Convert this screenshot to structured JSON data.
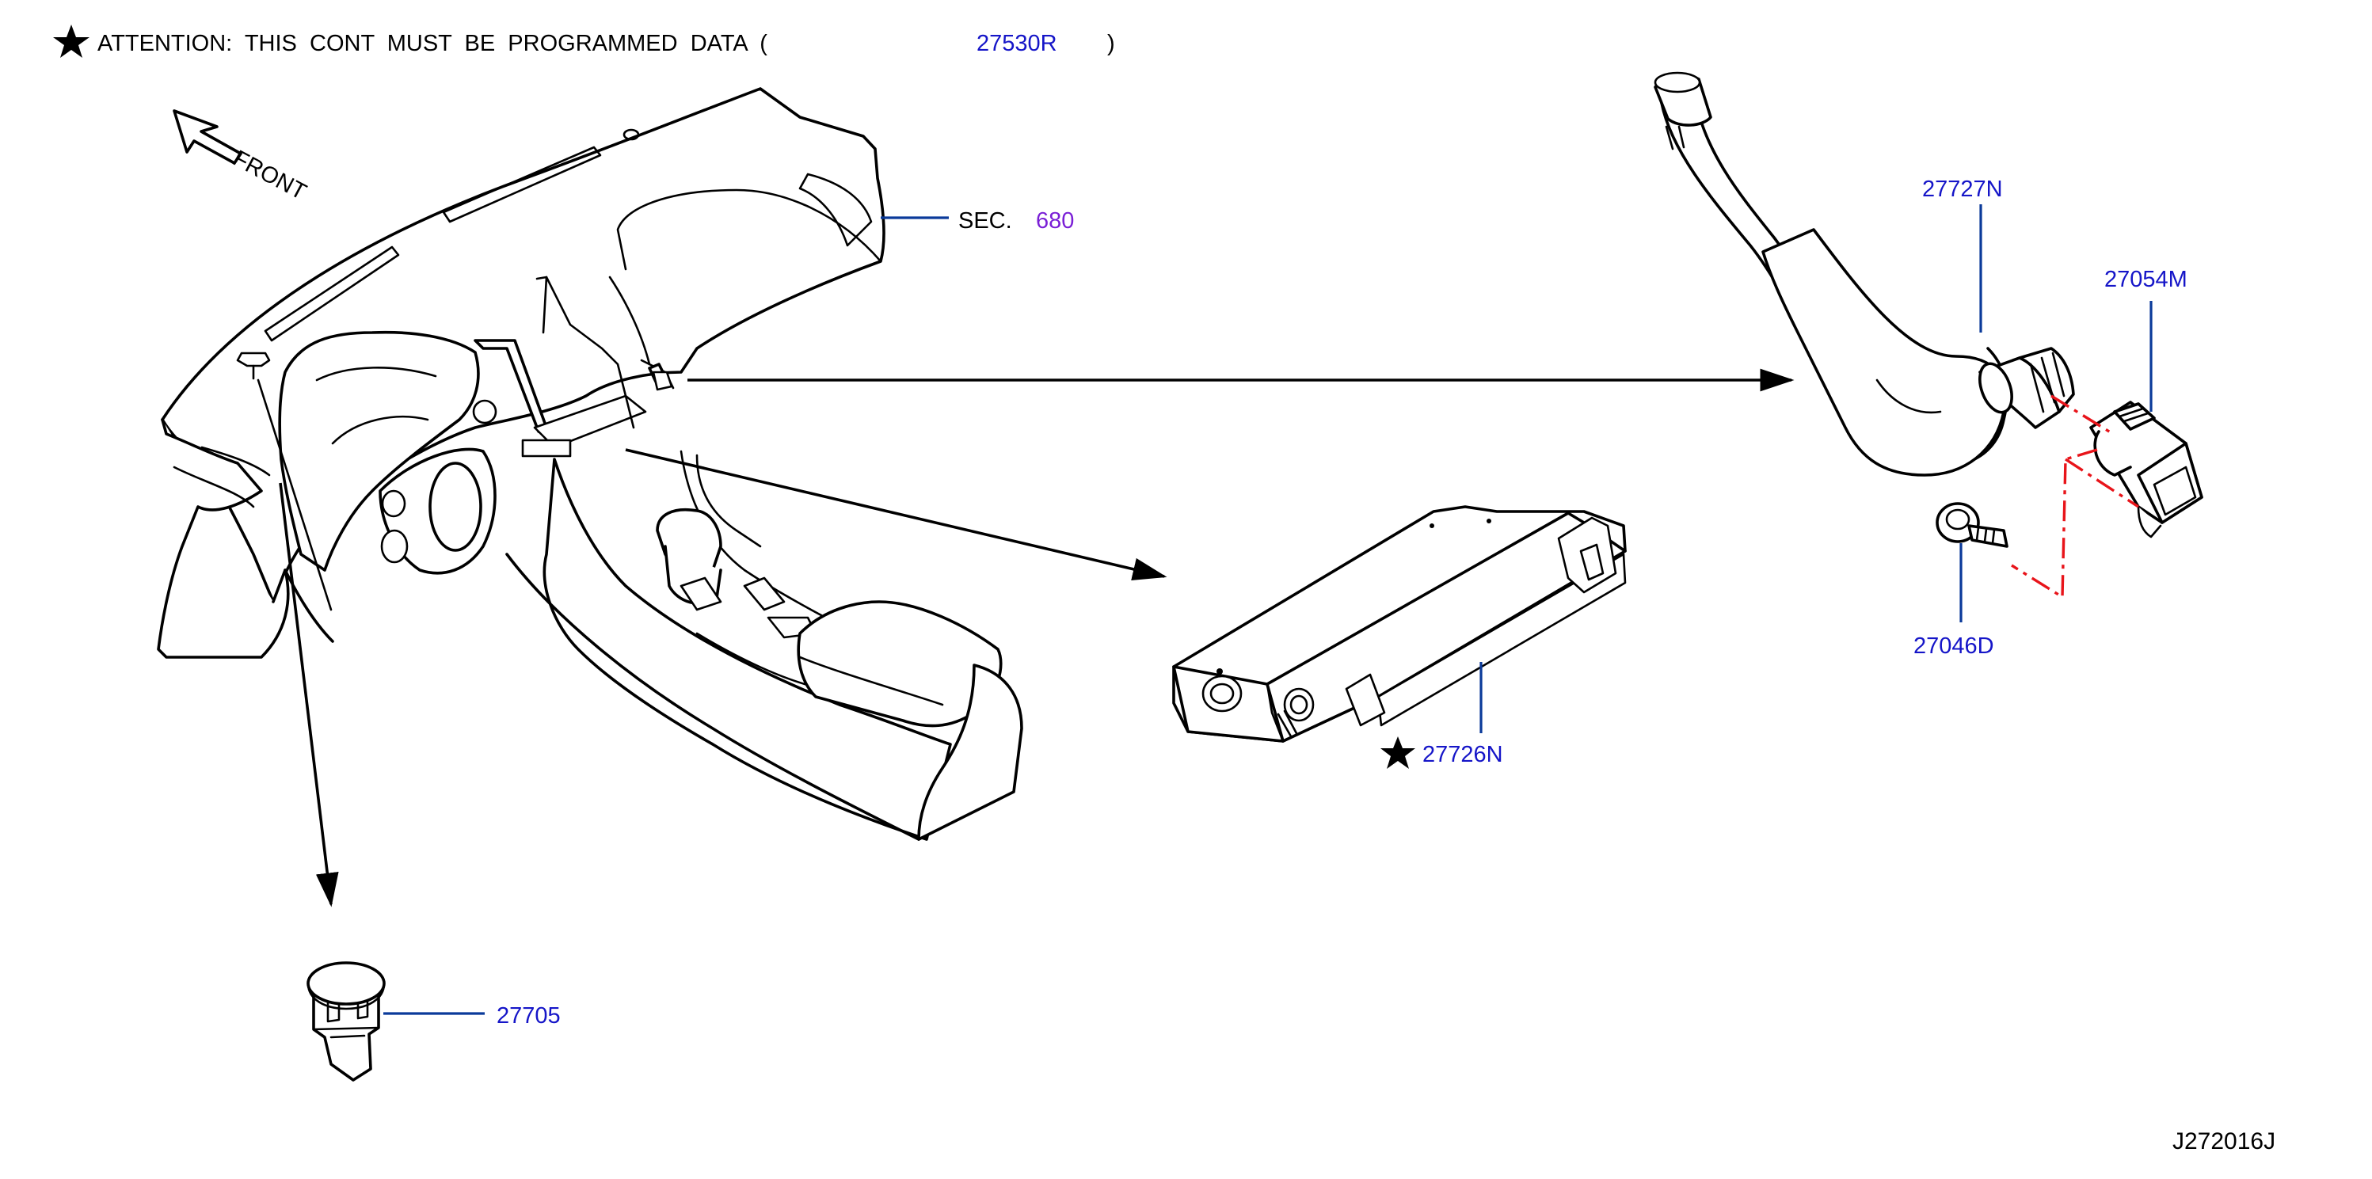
{
  "attention": {
    "text": "ATTENTION:  THIS  CONT  MUST  BE  PROGRAMMED  DATA  (",
    "part": "27530R",
    "close": ")"
  },
  "front_label": "FRONT",
  "section": {
    "prefix": "SEC.",
    "number": "680"
  },
  "parts": {
    "p27727N": "27727N",
    "p27054M": "27054M",
    "p27046D": "27046D",
    "p27726N": "27726N",
    "p27705": "27705"
  },
  "diagram_code": "J272016J",
  "colors": {
    "part_number": "#1515c8",
    "section_number": "#7a1fd6",
    "leader": "#0a3a9a",
    "dashed_link": "#e8141a",
    "linework": "#000000"
  },
  "icons": {
    "attention_mark": "black-star-icon",
    "programmed_mark": "black-star-icon",
    "direction": "front-arrow-icon"
  }
}
